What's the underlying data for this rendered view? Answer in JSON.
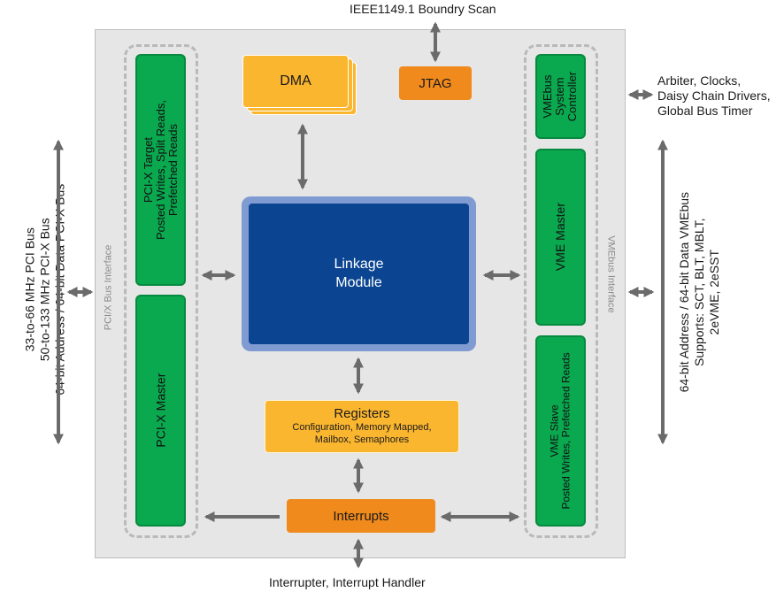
{
  "top_label": "IEEE1149.1 Boundry Scan",
  "bottom_label": "Interrupter, Interrupt Handler",
  "left_bus": {
    "lines": [
      "33-to-66 MHz PCI Bus",
      "50-to-133 MHz PCI-X Bus",
      "64-bit Address / 64-bit Data PCI-X Bus"
    ]
  },
  "right_top": {
    "lines": [
      "Arbiter, Clocks,",
      "Daisy Chain Drivers,",
      "Global Bus Timer"
    ]
  },
  "right_bus": {
    "lines": [
      "64-bit Address / 64-bit Data VMEbus",
      "Supports: SCT, BLT, MBLT,",
      "2eVME, 2eSST"
    ]
  },
  "pci_interface_label": "PCI/X Bus Interface",
  "vme_interface_label": "VMEbus Interface",
  "pcix_target": {
    "lines": [
      "PCI-X Target",
      "Posted Writes, Split Reads,",
      "Prefetched Reads"
    ]
  },
  "pcix_master": "PCI-X Master",
  "vme_system_controller": {
    "lines": [
      "VMEbus",
      "System",
      "Controller"
    ]
  },
  "vme_master": "VME Master",
  "vme_slave": {
    "lines": [
      "VME Slave",
      "Posted Writes, Prefetched Reads"
    ]
  },
  "dma": "DMA",
  "jtag": "JTAG",
  "linkage": {
    "lines": [
      "Linkage",
      "Module"
    ]
  },
  "registers": {
    "title": "Registers",
    "lines": [
      "Configuration, Memory Mapped,",
      "Mailbox, Semaphores"
    ]
  },
  "interrupts": "Interrupts",
  "colors": {
    "green": "#0aa84f",
    "navy": "#0b4592",
    "light_orange": "#fbb630",
    "dark_orange": "#f08a1c",
    "panel": "#e6e6e6",
    "arrow": "#6b6b6b"
  }
}
